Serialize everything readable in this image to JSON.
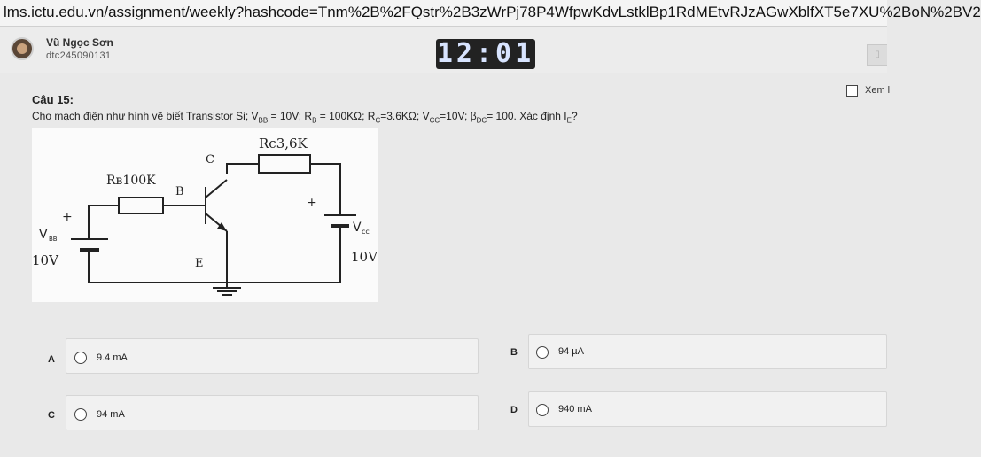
{
  "browser": {
    "url": "lms.ictu.edu.vn/assignment/weekly?hashcode=Tnm%2B%2FQstr%2B3zWrPj78P4WfpwKdvLstklBp1RdMEtvRJzAGwXblfXT5e7XU%2BoN%2BV2"
  },
  "user": {
    "name": "Vũ Ngọc Sơn",
    "id": "dtc245090131"
  },
  "timer": {
    "display": "12:01"
  },
  "review": {
    "label": "Xem l"
  },
  "question": {
    "title": "Câu 15:",
    "text_parts": {
      "p1": "Cho mạch điện như hình vẽ biết Transistor Si; V",
      "s1": "BB",
      "p2": " = 10V; R",
      "s2": "B",
      "p3": " = 100KΩ; R",
      "s3": "C",
      "p4": "=3.6KΩ; V",
      "s4": "CC",
      "p5": "=10V; β",
      "s5": "DC",
      "p6": "= 100. Xác định I",
      "s6": "E",
      "p7": "?"
    }
  },
  "circuit": {
    "rc_label": "Rc3,6K",
    "rb_label": "Rʙ100K",
    "c_label": "C",
    "b_label": "B",
    "e_label": "E",
    "plus_left": "+",
    "plus_right": "+",
    "vbb_label": "V",
    "vbb_sub": "BB",
    "vcc_label": "V",
    "vcc_sub": "cc",
    "vbb_value": "10V",
    "vcc_value": "10V"
  },
  "answers": [
    {
      "letter": "A",
      "text": "9.4 mA"
    },
    {
      "letter": "B",
      "text": "94 µA"
    },
    {
      "letter": "C",
      "text": "94 mA"
    },
    {
      "letter": "D",
      "text": "940 mA"
    }
  ],
  "colors": {
    "page_bg": "#e9e9e9",
    "timer_bg": "#222222",
    "timer_digits": "#d8e4ff"
  }
}
